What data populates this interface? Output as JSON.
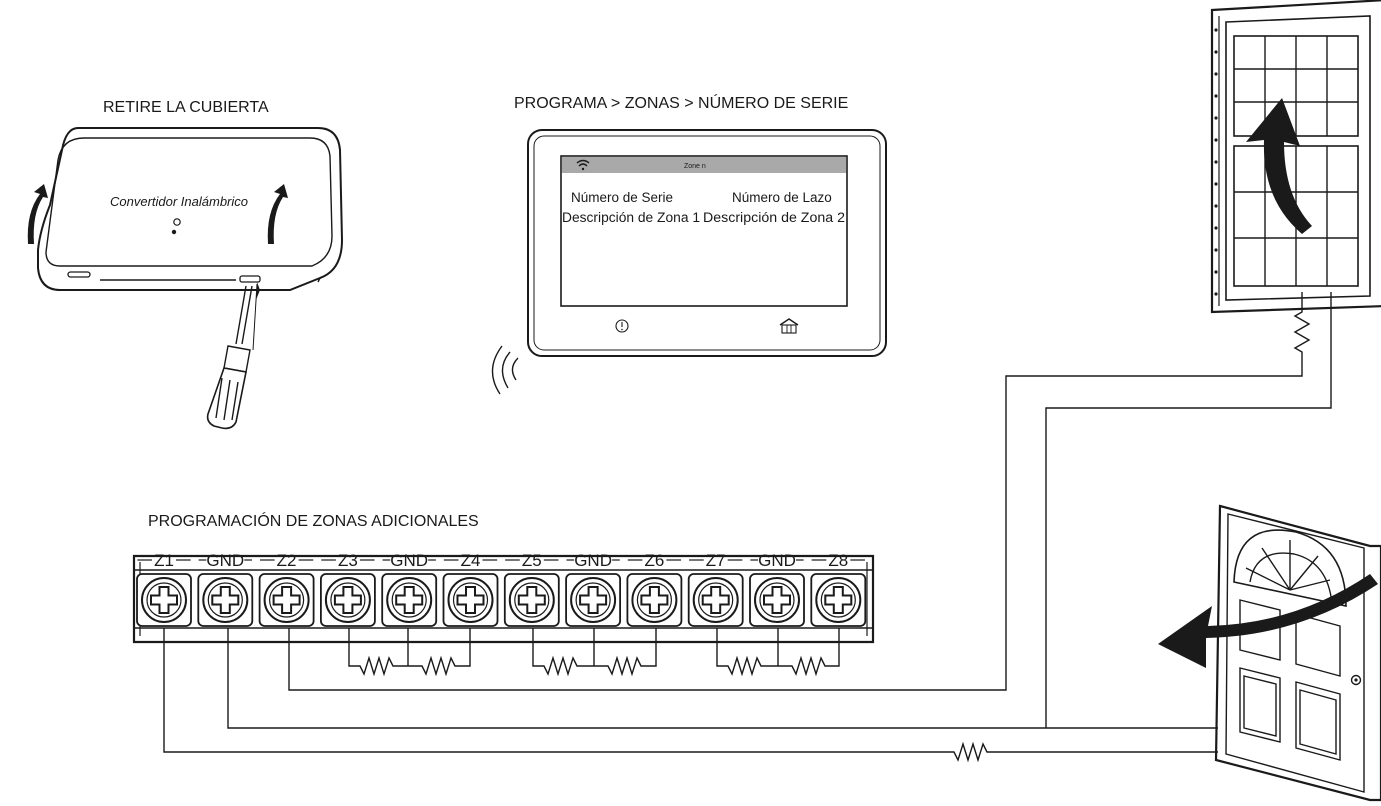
{
  "labels": {
    "remove_cover": "RETIRE LA CUBIERTA",
    "program_path": "PROGRAMA > ZONAS > NÚMERO DE SERIE",
    "additional_zones": "PROGRAMACIÓN DE ZONAS ADICIONALES"
  },
  "converter": {
    "name": "Convertidor Inalámbrico"
  },
  "keypad": {
    "header": "Zone n",
    "serial_number": "Número de Serie",
    "loop_number": "Número de Lazo",
    "zone_desc_1": "Descripción de Zona 1",
    "zone_desc_2": "Descripción de Zona 2",
    "info_icon": "info-icon",
    "home_icon": "home-icon",
    "wifi_icon": "wifi-icon"
  },
  "terminals": [
    "Z1",
    "GND",
    "Z2",
    "Z3",
    "GND",
    "Z4",
    "Z5",
    "GND",
    "Z6",
    "Z7",
    "GND",
    "Z8"
  ],
  "colors": {
    "line": "#1a1a1a",
    "screen_header": "#a9a9a9",
    "device_fill": "#ffffff"
  }
}
